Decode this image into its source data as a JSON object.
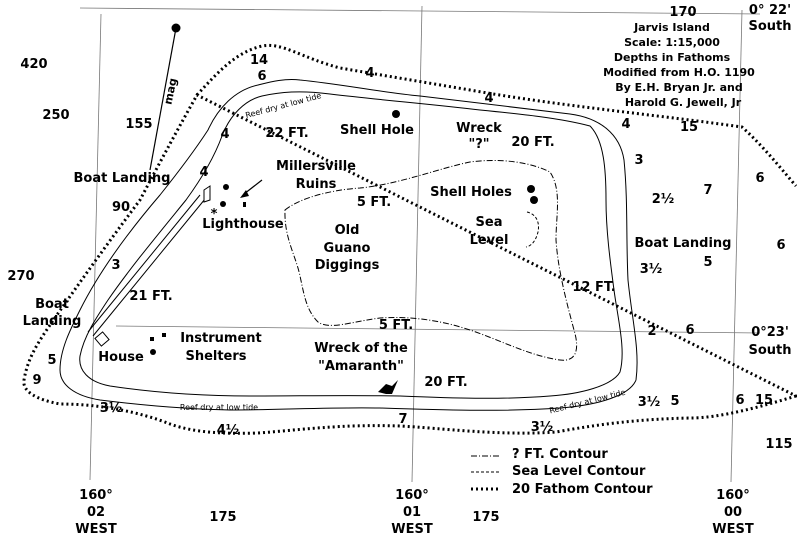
{
  "title": {
    "island": "Jarvis Island",
    "scale": "Scale: 1:15,000",
    "depths": "Depths in Fathoms",
    "modified": "Modified from H.O. 1190",
    "author1": "By E.H. Bryan Jr. and",
    "author2": "Harold G. Jewell, Jr"
  },
  "coords": {
    "lat_top": "0° 22'",
    "lat_top_dir": "South",
    "lat_mid": "0°23'",
    "lat_mid_dir": "South",
    "lon_left_deg": "160°",
    "lon_left_min": "02",
    "lon_left_dir": "WEST",
    "lon_mid_deg": "160°",
    "lon_mid_min": "01",
    "lon_mid_dir": "WEST",
    "lon_right_deg": "160°",
    "lon_right_min": "00",
    "lon_right_dir": "WEST"
  },
  "place_labels": {
    "mag": "mag",
    "boat_landing_nw": "Boat Landing",
    "boat_landing_w_1": "Boat",
    "boat_landing_w_2": "Landing",
    "boat_landing_e": "Boat Landing",
    "millersville_1": "Millersville",
    "millersville_2": "Ruins",
    "lighthouse": "Lighthouse",
    "shell_hole": "Shell Hole",
    "wreck_q_1": "Wreck",
    "wreck_q_2": "\"?\"",
    "shell_holes": "Shell Holes",
    "sea_level_1": "Sea",
    "sea_level_2": "Level",
    "guano_1": "Old",
    "guano_2": "Guano",
    "guano_3": "Diggings",
    "instrument_1": "Instrument",
    "instrument_2": "Shelters",
    "house": "House",
    "amaranth_1": "Wreck of the",
    "amaranth_2": "\"Amaranth\"",
    "reef_nw": "Reef dry at low tide",
    "reef_s": "Reef dry at low tide",
    "reef_se": "Reef dry at low tide"
  },
  "inner_depths": {
    "ft22": "22 FT.",
    "ft20_n": "20 FT.",
    "ft5_n": "5 FT.",
    "ft21": "21 FT.",
    "ft12": "12 FT.",
    "ft5_s": "5 FT.",
    "ft20_s": "20 FT."
  },
  "soundings": [
    {
      "id": "s420",
      "text": "420"
    },
    {
      "id": "s250",
      "text": "250"
    },
    {
      "id": "s155",
      "text": "155"
    },
    {
      "id": "s14",
      "text": "14"
    },
    {
      "id": "s6a",
      "text": "6"
    },
    {
      "id": "s4a",
      "text": "4"
    },
    {
      "id": "s4b",
      "text": "4"
    },
    {
      "id": "s4c",
      "text": "4"
    },
    {
      "id": "s4d",
      "text": "4"
    },
    {
      "id": "s4e",
      "text": "4"
    },
    {
      "id": "s15a",
      "text": "15"
    },
    {
      "id": "s3a",
      "text": "3"
    },
    {
      "id": "s2half_a",
      "text": "2½"
    },
    {
      "id": "s7a",
      "text": "7"
    },
    {
      "id": "s6b",
      "text": "6"
    },
    {
      "id": "s6c",
      "text": "6"
    },
    {
      "id": "s3half_a",
      "text": "3½"
    },
    {
      "id": "s5a",
      "text": "5"
    },
    {
      "id": "s90",
      "text": "90"
    },
    {
      "id": "s3b",
      "text": "3"
    },
    {
      "id": "s270",
      "text": "270"
    },
    {
      "id": "s2",
      "text": "2"
    },
    {
      "id": "s6d",
      "text": "6"
    },
    {
      "id": "s5b",
      "text": "5"
    },
    {
      "id": "s9",
      "text": "9"
    },
    {
      "id": "s3half_b",
      "text": "3½"
    },
    {
      "id": "s4half",
      "text": "4½"
    },
    {
      "id": "s7b",
      "text": "7"
    },
    {
      "id": "s3half_c",
      "text": "3½"
    },
    {
      "id": "s3half_d",
      "text": "3½"
    },
    {
      "id": "s5c",
      "text": "5"
    },
    {
      "id": "s6e",
      "text": "6"
    },
    {
      "id": "s15b",
      "text": "15"
    },
    {
      "id": "s115",
      "text": "115"
    },
    {
      "id": "s170",
      "text": "170"
    },
    {
      "id": "s175a",
      "text": "175"
    },
    {
      "id": "s175b",
      "text": "175"
    }
  ],
  "legend": {
    "contour_q": "? FT. Contour",
    "contour_sea": "Sea Level Contour",
    "contour_20": "20 Fathom Contour"
  }
}
